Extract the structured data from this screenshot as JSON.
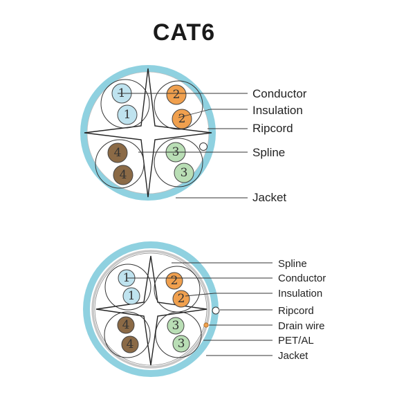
{
  "title": "CAT6",
  "colors": {
    "jacket": "#8fd1e0",
    "jacket_stroke": "#5ab4cc",
    "pair1": "#bfe3ef",
    "pair2": "#f0a04e",
    "pair3": "#b9deb5",
    "pair4": "#8b6a46",
    "foil": "#c8c8c8",
    "drain": "#f0a04e"
  },
  "icons": {
    "ripcord": "circle-outline",
    "drain": "filled-dot"
  },
  "utp": {
    "pairs": [
      {
        "label": "1",
        "color": "pair1"
      },
      {
        "label": "2",
        "color": "pair2"
      },
      {
        "label": "4",
        "color": "pair4"
      },
      {
        "label": "3",
        "color": "pair3"
      }
    ],
    "labels": {
      "conductor": "Conductor",
      "insulation": "Insulation",
      "ripcord": "Ripcord",
      "spline": "Spline",
      "jacket": "Jacket"
    }
  },
  "ftp": {
    "pairs": [
      {
        "label": "1",
        "color": "pair1"
      },
      {
        "label": "2",
        "color": "pair2"
      },
      {
        "label": "4",
        "color": "pair4"
      },
      {
        "label": "3",
        "color": "pair3"
      }
    ],
    "labels": {
      "spline": "Spline",
      "conductor": "Conductor",
      "insulation": "Insulation",
      "ripcord": "Ripcord",
      "drain": "Drain wire",
      "pet_al": "PET/AL",
      "jacket": "Jacket"
    }
  }
}
